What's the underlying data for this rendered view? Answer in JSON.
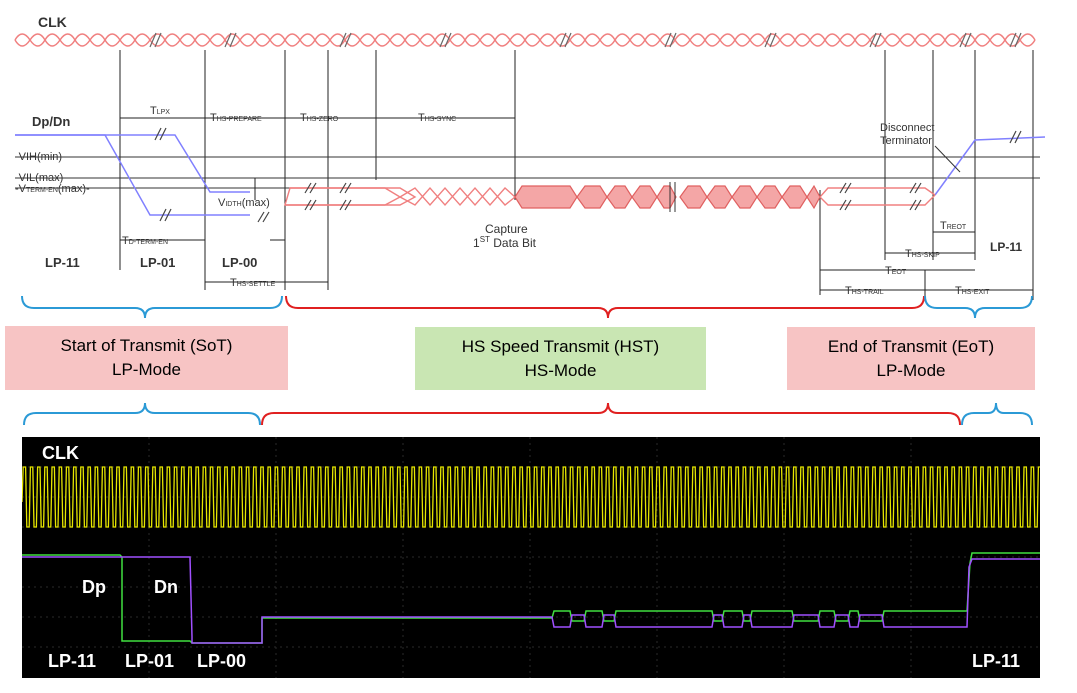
{
  "diagram": {
    "clk_label": "CLK",
    "dpdn_label": "Dp/Dn",
    "levels": {
      "vih": "-VIH(min)-",
      "vil": "-VIL(max)-",
      "vterm": "-V",
      "vterm_sub": "TERM-EN",
      "vterm_tail": "(max)-"
    },
    "vidterm": {
      "main": "V",
      "sub": "IDTH",
      "tail": "(max)"
    },
    "timings": {
      "tlpx": {
        "main": "T",
        "sub": "LPX"
      },
      "prepare": {
        "main": "T",
        "sub": "HS-PREPARE"
      },
      "zero": {
        "main": "T",
        "sub": "HS-ZERO"
      },
      "sync": {
        "main": "T",
        "sub": "HS-SYNC"
      },
      "dterm": {
        "main": "T",
        "sub": "D-TERM-EN"
      },
      "settle": {
        "main": "T",
        "sub": "HS-SETTLE"
      },
      "reot": {
        "main": "T",
        "sub": "REOT"
      },
      "skip": {
        "main": "T",
        "sub": "HS-SKIP"
      },
      "eot": {
        "main": "T",
        "sub": "EOT"
      },
      "trail": {
        "main": "T",
        "sub": "HS-TRAIL"
      },
      "exit": {
        "main": "T",
        "sub": "HS-EXIT"
      }
    },
    "capture": {
      "line1": "Capture",
      "line2a": "1",
      "line2sup": "ST",
      "line2b": " Data Bit"
    },
    "disconnect": {
      "line1": "Disconnect",
      "line2": "Terminator"
    },
    "states": {
      "lp11_left": "LP-11",
      "lp01": "LP-01",
      "lp00": "LP-00",
      "lp11_right": "LP-11"
    }
  },
  "phases": {
    "sot": {
      "line1": "Start of Transmit (SoT)",
      "line2": "LP-Mode"
    },
    "hst": {
      "line1": "HS Speed Transmit (HST)",
      "line2": "HS-Mode"
    },
    "eot": {
      "line1": "End of Transmit (EoT)",
      "line2": "LP-Mode"
    }
  },
  "scope": {
    "clk_label": "CLK",
    "dp_label": "Dp",
    "dn_label": "Dn",
    "states": {
      "lp11_left": "LP-11",
      "lp01": "LP-01",
      "lp00": "LP-00",
      "lp11_right": "LP-11"
    }
  },
  "colors": {
    "clk_diagram": "#f08080",
    "signal_diagram": "#8080ff",
    "hs_fill": "#f4a6a6",
    "brace_blue": "#2b9ad6",
    "brace_red": "#e02020",
    "scope_clk": "#e6e600",
    "scope_dp": "#a050ff",
    "scope_dn": "#40e040"
  }
}
